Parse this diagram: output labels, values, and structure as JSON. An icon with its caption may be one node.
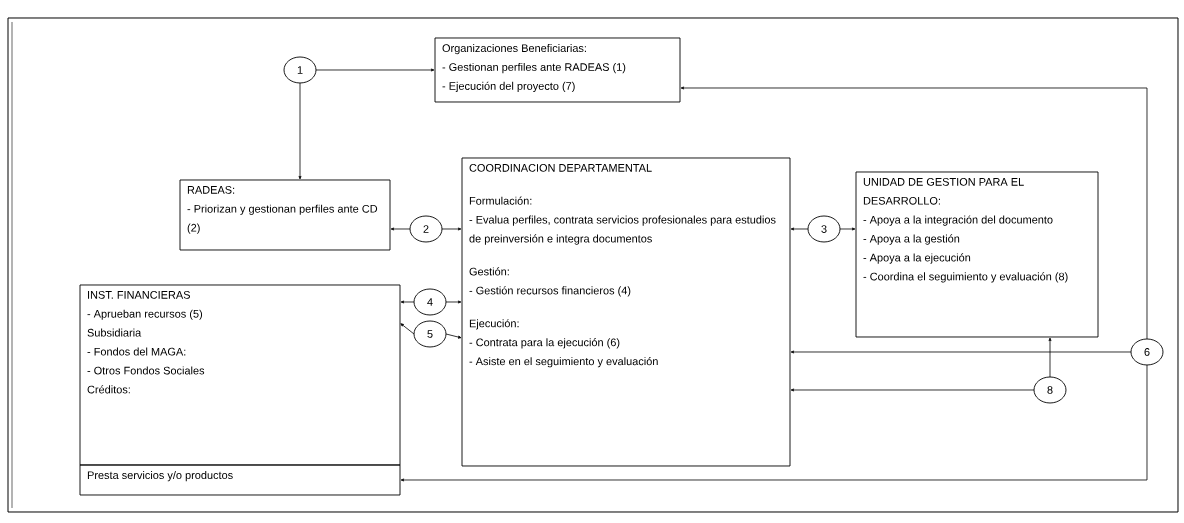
{
  "diagram": {
    "nodes": [
      {
        "text": [
          "Organizaciones Beneficiarias:",
          "- Gestionan perfiles ante RADEAS (1)",
          "- Ejecución del proyecto (7)"
        ]
      },
      {
        "text": [
          "1"
        ]
      },
      {
        "text": [
          "RADEAS:",
          "- Priorizan y gestionan perfiles ante CD (2)"
        ]
      },
      {
        "text": [
          "2"
        ]
      },
      {
        "text": [
          "COORDINACION DEPARTAMENTAL",
          "Formulación:",
          "- Evalua perfiles, contrata servicios profesionales para estudios de preinversión e integra documentos",
          "Gestión:",
          "- Gestión recursos financieros (4)",
          "Ejecución:",
          "- Contrata para la ejecución (6)",
          "- Asiste en el seguimiento y evaluación"
        ]
      },
      {
        "text": [
          "3"
        ]
      },
      {
        "text": [
          "UNIDAD DE GESTION PARA EL DESARROLLO:",
          "- Apoya a la integración del documento",
          "- Apoya a la gestión",
          "- Apoya a la ejecución",
          "- Coordina el seguimiento y evaluación (8)"
        ]
      },
      {
        "text": [
          "INST. FINANCIERAS",
          "- Aprueban recursos (5)",
          "Subsidiaria",
          "- Fondos del MAGA:",
          "- Otros Fondos Sociales",
          "Créditos:"
        ]
      },
      {
        "text": [
          "4"
        ]
      },
      {
        "text": [
          "5"
        ]
      },
      {
        "text": [
          "6"
        ]
      },
      {
        "text": [
          "8"
        ]
      },
      {
        "text": [
          "Presta servicios y/o productos"
        ]
      }
    ],
    "edges": [
      {
        "from": 1,
        "to": 0,
        "arrow": "to"
      },
      {
        "from": 1,
        "to": 2,
        "arrow": "to"
      },
      {
        "from": 3,
        "to": 2,
        "arrow": "to"
      },
      {
        "from": 3,
        "to": 4,
        "arrow": "to"
      },
      {
        "from": 5,
        "to": 4,
        "arrow": "to"
      },
      {
        "from": 5,
        "to": 6,
        "arrow": "to"
      },
      {
        "from": 8,
        "to": 7,
        "arrow": "to"
      },
      {
        "from": 8,
        "to": 4,
        "arrow": "to"
      },
      {
        "from": 9,
        "to": 7,
        "arrow": "to"
      },
      {
        "from": 9,
        "to": 4,
        "arrow": "to"
      },
      {
        "from": 10,
        "to": 0,
        "arrow": "to"
      },
      {
        "from": 10,
        "to": 4,
        "arrow": "to"
      },
      {
        "from": 10,
        "to": 12,
        "arrow": "to"
      },
      {
        "from": 11,
        "to": 4,
        "arrow": "to"
      },
      {
        "from": 11,
        "to": 6,
        "arrow": "to"
      }
    ]
  }
}
